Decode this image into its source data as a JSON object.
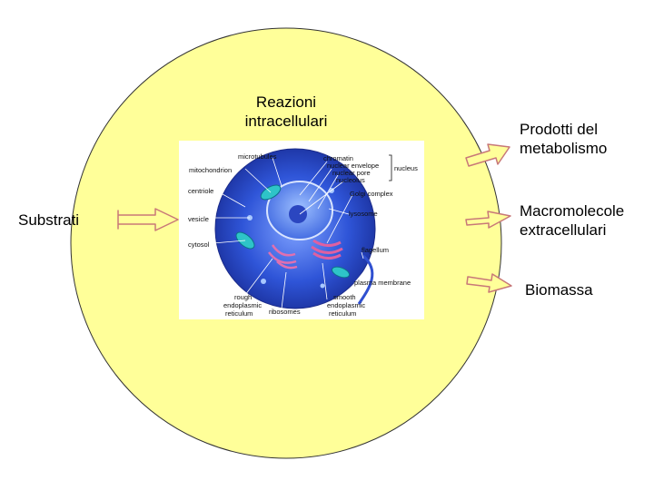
{
  "diagram": {
    "cell_title": [
      "Reazioni",
      "intracellulari"
    ],
    "input_label": "Substrati",
    "outputs": [
      [
        "Prodotti del",
        "metabolismo"
      ],
      [
        "Macromolecole",
        "extracellulari"
      ],
      [
        "Biomassa"
      ]
    ],
    "colors": {
      "cell_fill": "#ffff99",
      "arrow_fill": "#ffff99",
      "cell_body": "#3a5fe0",
      "nucleus": "#5f8cf5",
      "golgi": "#e060a0"
    },
    "cell_image_labels": {
      "microtubules": "microtubules",
      "mitochondrion": "mitochondrion",
      "centriole": "centriole",
      "vesicle": "vesicle",
      "cytosol": "cytosol",
      "rough_er": [
        "rough",
        "endoplasmic",
        "reticulum"
      ],
      "ribosomes": "ribosomes",
      "smooth_er": [
        "smooth",
        "endoplasmic",
        "reticulum"
      ],
      "chromatin": "chromatin",
      "nuclear_envelope": "nuclear envelope",
      "nuclear_pore": "nuclear pore",
      "nucleolus": "nucleolus",
      "nucleus": "nucleus",
      "golgi": "Golgi complex",
      "lysosome": "lysosome",
      "flagellum": "flagellum",
      "plasma_membrane": "plasma membrane"
    }
  }
}
